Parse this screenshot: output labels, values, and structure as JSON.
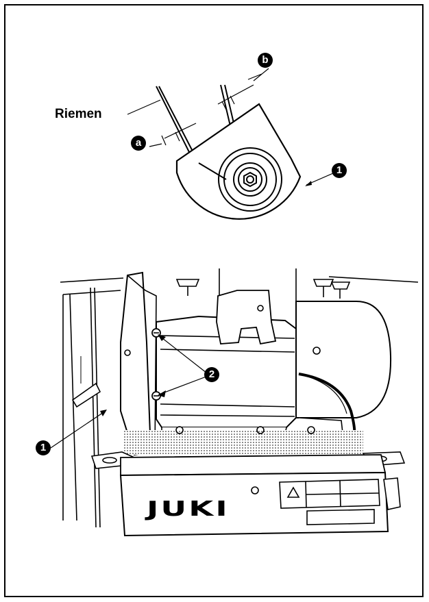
{
  "labels": {
    "belt": "Riemen",
    "callout_a": "a",
    "callout_b": "b",
    "callout_1_top": "1",
    "callout_1_bottom": "1",
    "callout_2": "2",
    "brand": "JUKI"
  },
  "colors": {
    "ink": "#000000",
    "paper": "#ffffff",
    "panel": "#e6e6e6",
    "shade": "#cfcfcf"
  }
}
